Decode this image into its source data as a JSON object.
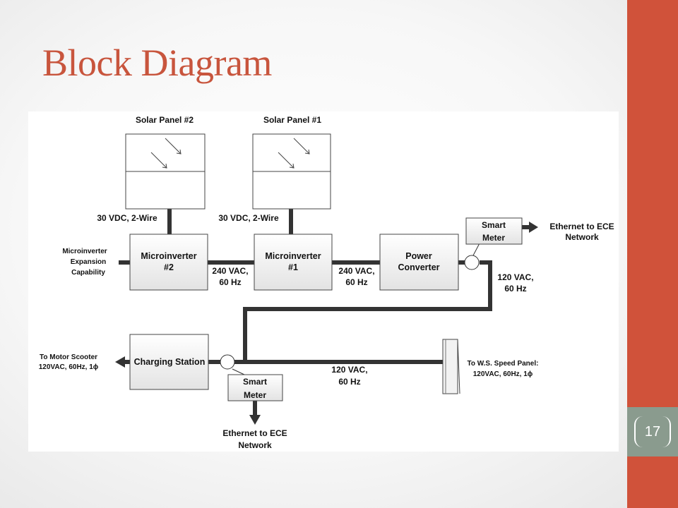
{
  "slide": {
    "title": "Block Diagram",
    "page_number": "17"
  },
  "diagram": {
    "solar_panel_2": "Solar Panel #2",
    "solar_panel_1": "Solar Panel #1",
    "wire_label_2": "30 VDC, 2-Wire",
    "wire_label_1": "30 VDC, 2-Wire",
    "microinverter_2": [
      "Microinverter",
      "#2"
    ],
    "microinverter_1": [
      "Microinverter",
      "#1"
    ],
    "expansion": [
      "Microinverter",
      "Expansion",
      "Capability"
    ],
    "power_converter": [
      "Power",
      "Converter"
    ],
    "smart_meter_top": [
      "Smart",
      "Meter"
    ],
    "smart_meter_bottom": [
      "Smart",
      "Meter"
    ],
    "ethernet_top": [
      "Ethernet to ECE",
      "Network"
    ],
    "ethernet_bottom": [
      "Ethernet to ECE",
      "Network"
    ],
    "ac_link_1": [
      "240 VAC,",
      "60 Hz"
    ],
    "ac_link_2": [
      "240 VAC,",
      "60 Hz"
    ],
    "ac_out_converter": [
      "120 VAC,",
      "60 Hz"
    ],
    "ac_bus": [
      "120 VAC,",
      "60 Hz"
    ],
    "charging_station": "Charging Station",
    "motor_scooter": [
      "To Motor Scooter",
      "120VAC, 60Hz, 1ϕ"
    ],
    "speed_panel": [
      "To W.S. Speed Panel:",
      "120VAC, 60Hz, 1ϕ"
    ]
  }
}
